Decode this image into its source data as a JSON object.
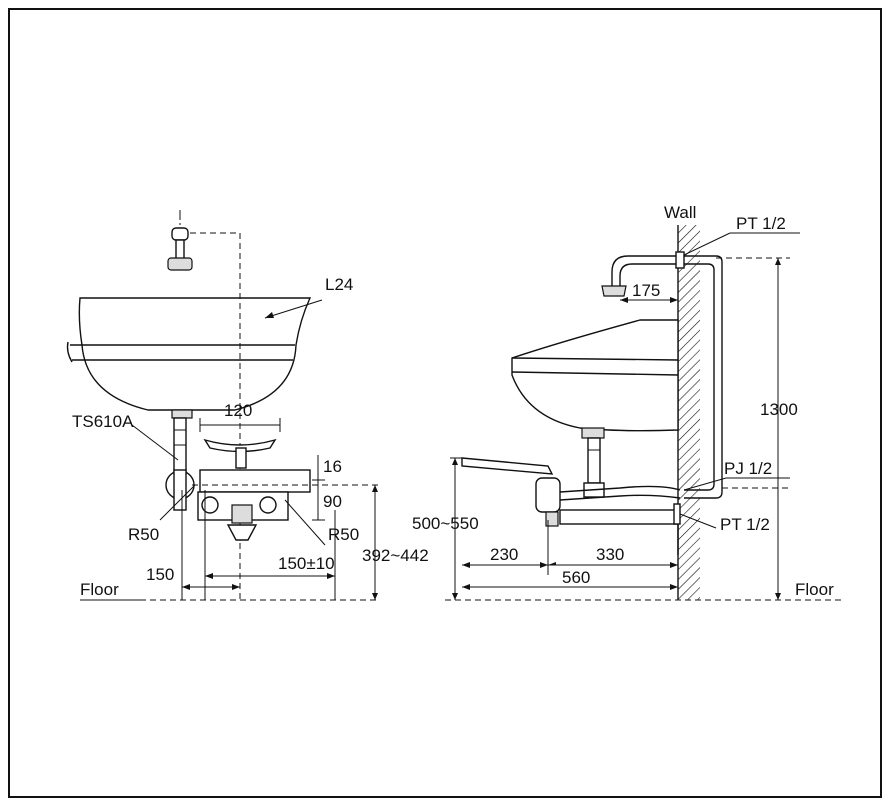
{
  "front_view": {
    "label_l24": "L24",
    "label_ts610a": "TS610A",
    "dim_120": "120",
    "dim_16": "16",
    "dim_90": "90",
    "label_r50_left": "R50",
    "label_r50_right": "R50",
    "dim_150_left": "150",
    "dim_150_pm10": "150±10",
    "dim_392_442": "392~442",
    "label_floor": "Floor"
  },
  "side_view": {
    "label_wall": "Wall",
    "label_pt12_top": "PT 1/2",
    "dim_175": "175",
    "dim_1300": "1300",
    "label_pj12": "PJ 1/2",
    "label_pt12_bottom": "PT 1/2",
    "dim_500_550": "500~550",
    "dim_230": "230",
    "dim_330": "330",
    "dim_560": "560",
    "label_floor": "Floor"
  }
}
